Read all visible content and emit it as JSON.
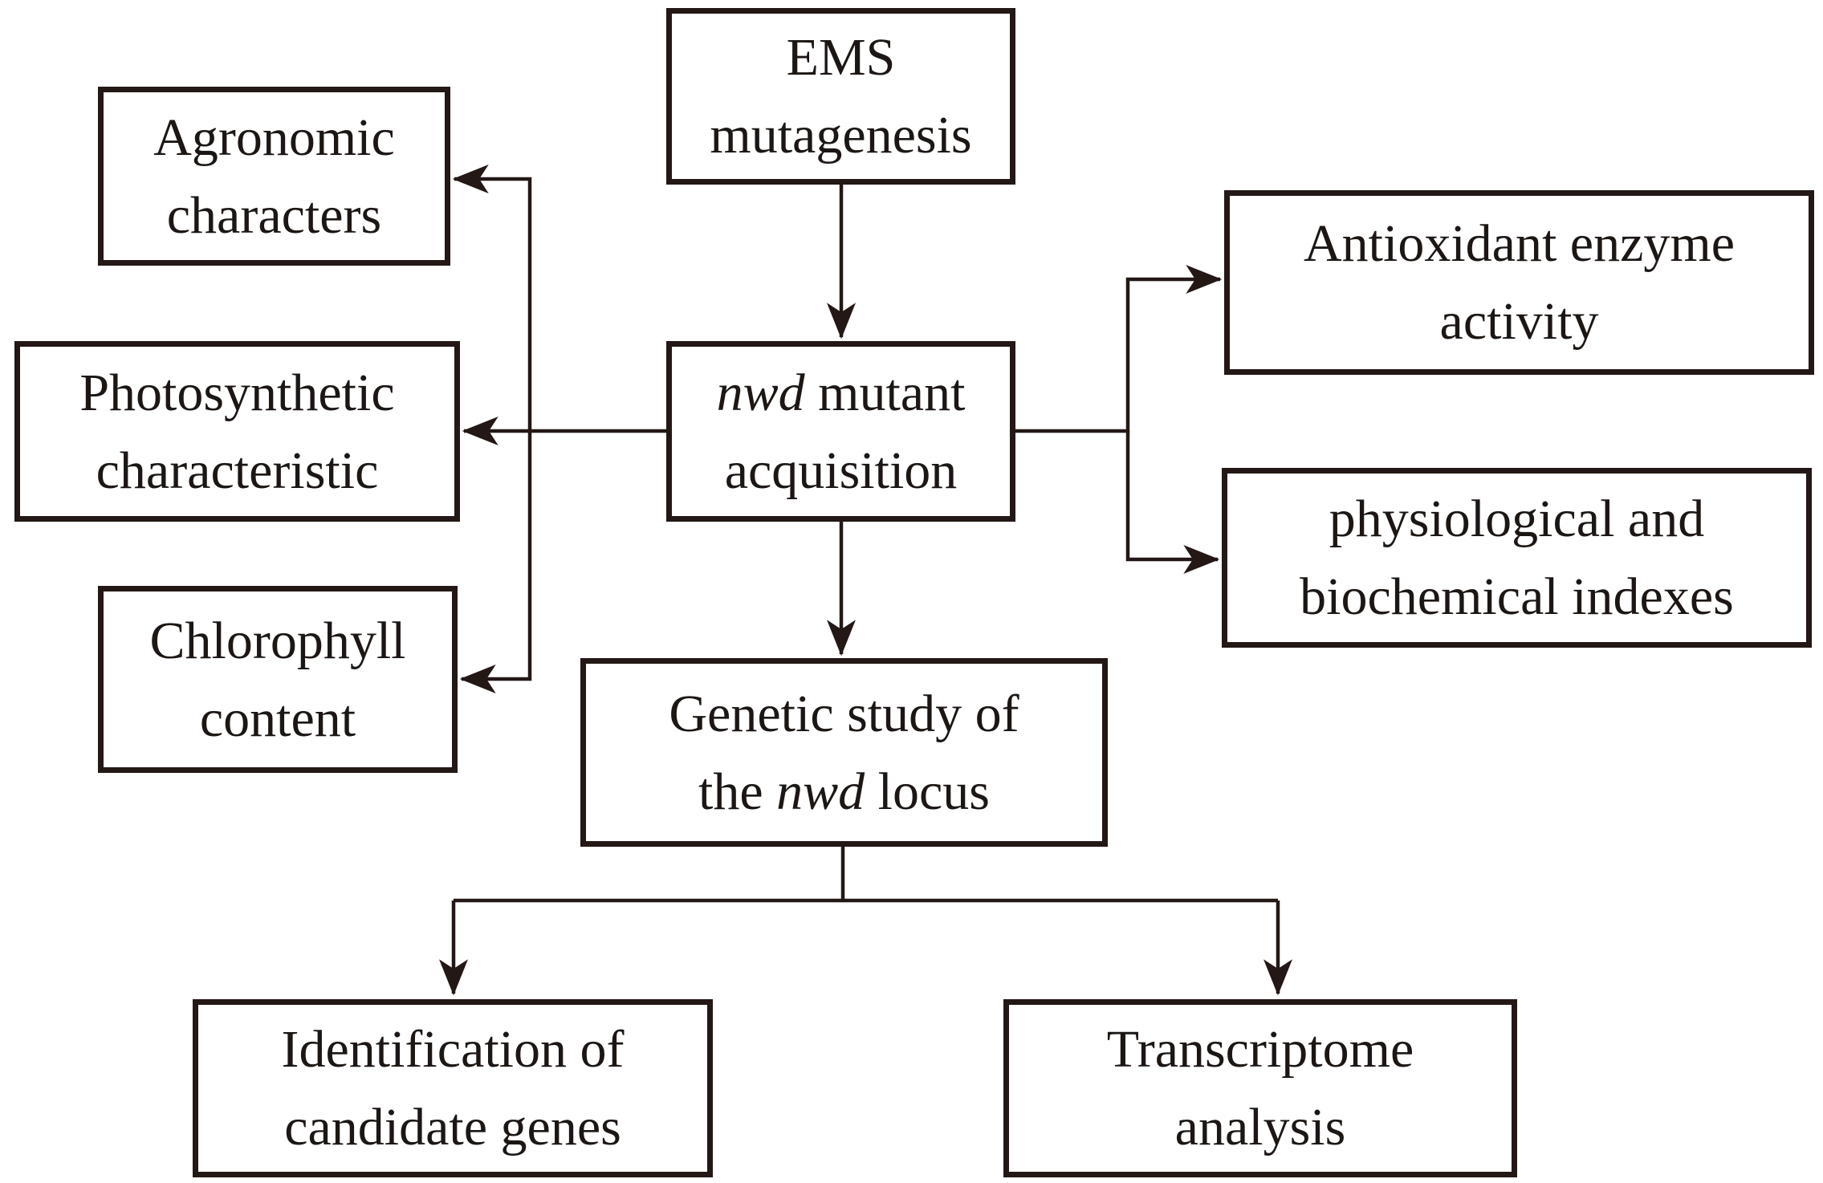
{
  "colors": {
    "line": "#231815",
    "text": "#1c1714",
    "box_background": "#ffffff",
    "page_background": "#ffffff"
  },
  "boxes": {
    "ems": {
      "line1": "EMS",
      "line2": "mutagenesis"
    },
    "nwd_mutant": {
      "italic": "nwd",
      "after_italic": " mutant",
      "line2": "acquisition"
    },
    "genetic_study": {
      "line1": "Genetic study of",
      "line2_before": "the ",
      "italic": "nwd",
      "line2_after": " locus"
    },
    "agronomic": {
      "line1": "Agronomic",
      "line2": "characters"
    },
    "photosynthetic": {
      "line1": "Photosynthetic",
      "line2": "characteristic"
    },
    "chlorophyll": {
      "line1": "Chlorophyll",
      "line2": "content"
    },
    "antioxidant": {
      "line1": "Antioxidant enzyme",
      "line2": "activity"
    },
    "physiological": {
      "line1": "physiological and",
      "line2": "biochemical indexes"
    },
    "identification": {
      "line1": "Identification of",
      "line2": "candidate genes"
    },
    "transcriptome": {
      "line1": "Transcriptome",
      "line2": "analysis"
    }
  },
  "edges": [
    {
      "from": "ems-mutagenesis",
      "to": "nwd-mutant-acquisition"
    },
    {
      "from": "nwd-mutant-acquisition",
      "to": "agronomic-characters"
    },
    {
      "from": "nwd-mutant-acquisition",
      "to": "photosynthetic-characteristic"
    },
    {
      "from": "nwd-mutant-acquisition",
      "to": "chlorophyll-content"
    },
    {
      "from": "nwd-mutant-acquisition",
      "to": "antioxidant-enzyme-activity"
    },
    {
      "from": "nwd-mutant-acquisition",
      "to": "physiological-and-biochemical-indexes"
    },
    {
      "from": "nwd-mutant-acquisition",
      "to": "genetic-study-of-the-nwd-locus"
    },
    {
      "from": "genetic-study-of-the-nwd-locus",
      "to": "identification-of-candidate-genes"
    },
    {
      "from": "genetic-study-of-the-nwd-locus",
      "to": "transcriptome-analysis"
    }
  ]
}
